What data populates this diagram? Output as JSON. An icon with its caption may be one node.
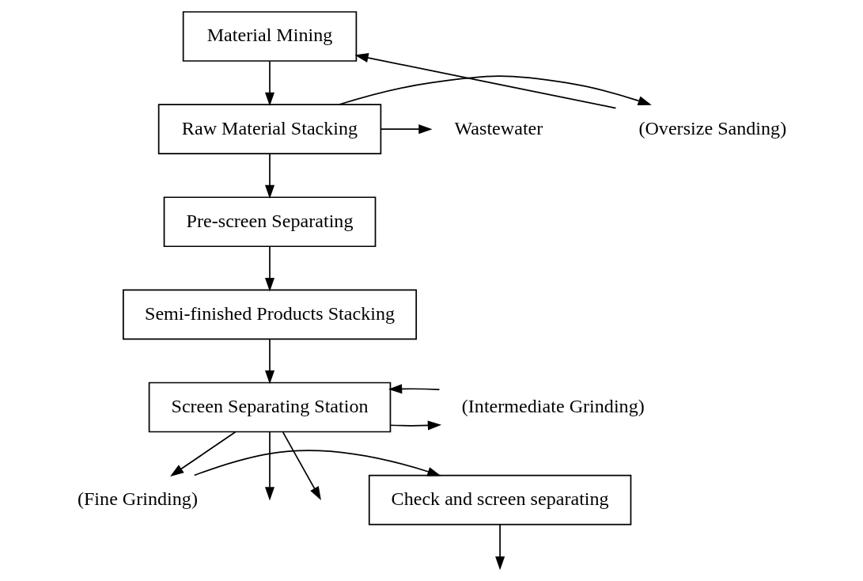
{
  "diagram": {
    "nodes": [
      {
        "text": [
          "Material Mining"
        ]
      },
      {
        "text": [
          "Raw Material Stacking"
        ]
      },
      {
        "text": [
          "(Oversize Sanding)"
        ]
      },
      {
        "text": [
          "Wastewater"
        ]
      },
      {
        "text": [
          "Pre-screen Separating"
        ]
      },
      {
        "text": [
          "Semi-finished Products Stacking"
        ]
      },
      {
        "text": [
          "Screen Separating Station"
        ]
      },
      {
        "text": [
          "(Intermediate Grinding)"
        ]
      },
      {
        "text": [
          "Check and screen separating"
        ]
      },
      {
        "text": [
          "(Fine Grinding)"
        ]
      }
    ],
    "edges": [
      {
        "from": 0,
        "to": 1,
        "arrow": "to"
      },
      {
        "from": 1,
        "to": 2,
        "arrow": "to"
      },
      {
        "from": 2,
        "to": 0,
        "arrow": "to"
      },
      {
        "from": 1,
        "to": 3,
        "arrow": "to"
      },
      {
        "from": 1,
        "to": 4,
        "arrow": "to"
      },
      {
        "from": 4,
        "to": 5,
        "arrow": "to"
      },
      {
        "from": 5,
        "to": 6,
        "arrow": "to"
      },
      {
        "from": 6,
        "to": 7,
        "arrow": "to"
      },
      {
        "from": 7,
        "to": 6,
        "arrow": "to"
      },
      {
        "from": 6,
        "to": 9,
        "arrow": "to"
      },
      {
        "from": 9,
        "to": 8,
        "arrow": "to"
      },
      {
        "from": 6,
        "to": null,
        "arrow": "to"
      },
      {
        "from": 6,
        "to": null,
        "arrow": "to"
      },
      {
        "from": 8,
        "to": null,
        "arrow": "to"
      }
    ]
  }
}
